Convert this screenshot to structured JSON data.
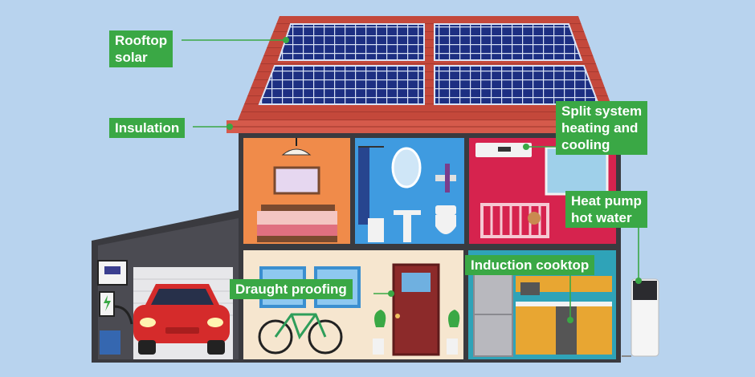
{
  "colors": {
    "background": "#b8d3ee",
    "label_bg": "#3aa845",
    "label_text": "#ffffff",
    "roof": "#c4483b",
    "panel": "#1d2f82",
    "house_frame": "#3a3a3f"
  },
  "labels": {
    "rooftop_solar": "Rooftop\nsolar",
    "insulation": "Insulation",
    "split_system": "Split system\nheating and\ncooling",
    "heat_pump": "Heat pump\nhot water",
    "induction": "Induction cooktop",
    "draught": "Draught proofing"
  }
}
